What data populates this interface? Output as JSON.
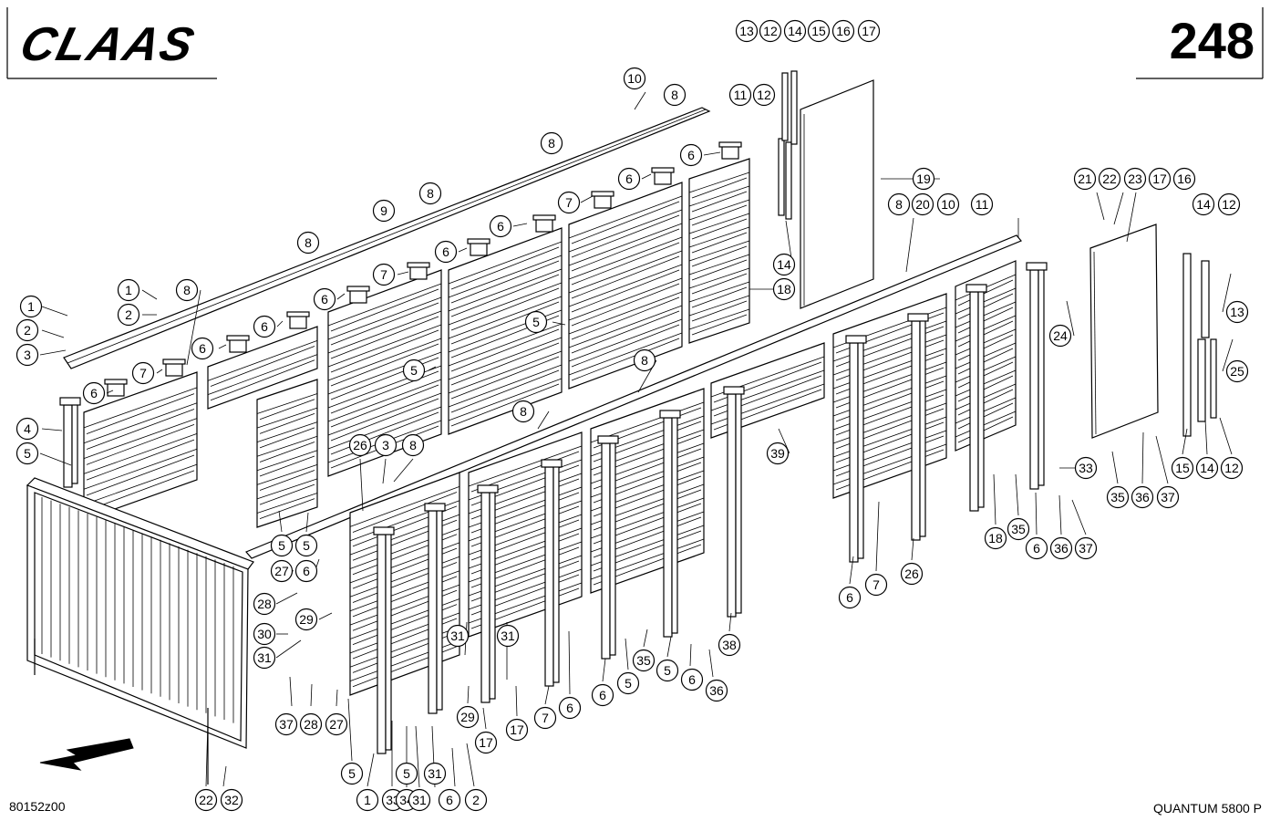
{
  "header": {
    "brand": "CLAAS",
    "sheet_number": "248"
  },
  "footer": {
    "drawing_code": "80152z00",
    "model": "QUANTUM 5800 P"
  },
  "colors": {
    "ink": "#000000",
    "paper": "#ffffff"
  },
  "icons": {
    "direction": "direction-arrow-icon"
  },
  "callouts": [
    {
      "n": "13"
    },
    {
      "n": "12"
    },
    {
      "n": "14"
    },
    {
      "n": "15"
    },
    {
      "n": "16"
    },
    {
      "n": "17"
    },
    {
      "n": "10"
    },
    {
      "n": "8"
    },
    {
      "n": "11"
    },
    {
      "n": "12"
    },
    {
      "n": "6"
    },
    {
      "n": "8"
    },
    {
      "n": "6"
    },
    {
      "n": "19"
    },
    {
      "n": "21"
    },
    {
      "n": "22"
    },
    {
      "n": "23"
    },
    {
      "n": "17"
    },
    {
      "n": "16"
    },
    {
      "n": "7"
    },
    {
      "n": "8"
    },
    {
      "n": "8"
    },
    {
      "n": "20"
    },
    {
      "n": "10"
    },
    {
      "n": "11"
    },
    {
      "n": "14"
    },
    {
      "n": "12"
    },
    {
      "n": "9"
    },
    {
      "n": "6"
    },
    {
      "n": "6"
    },
    {
      "n": "8"
    },
    {
      "n": "14"
    },
    {
      "n": "7"
    },
    {
      "n": "18"
    },
    {
      "n": "13"
    },
    {
      "n": "1"
    },
    {
      "n": "8"
    },
    {
      "n": "6"
    },
    {
      "n": "24"
    },
    {
      "n": "1"
    },
    {
      "n": "2"
    },
    {
      "n": "6"
    },
    {
      "n": "2"
    },
    {
      "n": "5"
    },
    {
      "n": "25"
    },
    {
      "n": "3"
    },
    {
      "n": "6"
    },
    {
      "n": "8"
    },
    {
      "n": "7"
    },
    {
      "n": "5"
    },
    {
      "n": "6"
    },
    {
      "n": "8"
    },
    {
      "n": "4"
    },
    {
      "n": "39"
    },
    {
      "n": "5"
    },
    {
      "n": "26"
    },
    {
      "n": "3"
    },
    {
      "n": "8"
    },
    {
      "n": "33"
    },
    {
      "n": "15"
    },
    {
      "n": "14"
    },
    {
      "n": "12"
    },
    {
      "n": "35"
    },
    {
      "n": "36"
    },
    {
      "n": "37"
    },
    {
      "n": "35"
    },
    {
      "n": "18"
    },
    {
      "n": "6"
    },
    {
      "n": "36"
    },
    {
      "n": "37"
    },
    {
      "n": "5"
    },
    {
      "n": "5"
    },
    {
      "n": "6"
    },
    {
      "n": "7"
    },
    {
      "n": "26"
    },
    {
      "n": "27"
    },
    {
      "n": "6"
    },
    {
      "n": "5"
    },
    {
      "n": "28"
    },
    {
      "n": "29"
    },
    {
      "n": "30"
    },
    {
      "n": "31"
    },
    {
      "n": "31"
    },
    {
      "n": "31"
    },
    {
      "n": "38"
    },
    {
      "n": "35"
    },
    {
      "n": "6"
    },
    {
      "n": "5"
    },
    {
      "n": "6"
    },
    {
      "n": "36"
    },
    {
      "n": "37"
    },
    {
      "n": "28"
    },
    {
      "n": "27"
    },
    {
      "n": "29"
    },
    {
      "n": "17"
    },
    {
      "n": "17"
    },
    {
      "n": "7"
    },
    {
      "n": "6"
    },
    {
      "n": "5"
    },
    {
      "n": "5"
    },
    {
      "n": "31"
    },
    {
      "n": "6"
    },
    {
      "n": "2"
    },
    {
      "n": "22"
    },
    {
      "n": "32"
    },
    {
      "n": "1"
    },
    {
      "n": "33"
    },
    {
      "n": "34"
    },
    {
      "n": "31"
    },
    {
      "n": "17"
    }
  ]
}
